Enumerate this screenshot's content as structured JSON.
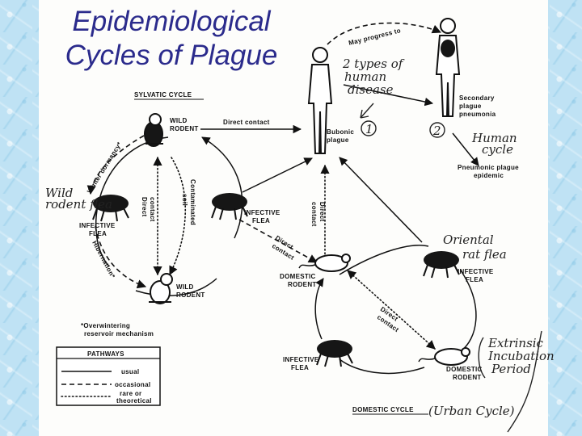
{
  "title": {
    "line1": "Epidemiological",
    "line2": "Cycles of Plague"
  },
  "labels": {
    "sylvatic_cycle": "SYLVATIC CYCLE",
    "direct_contact_top": "Direct contact",
    "may_progress_to": "May progress to",
    "wild_rodent_top": [
      "WILD",
      "RODENT"
    ],
    "winter_dormancy": "Winter dormancy*",
    "direct_contact_vertical": [
      "Direct",
      "contact"
    ],
    "contaminated_soil": [
      "Contaminated",
      "soil"
    ],
    "infective_flea_left": [
      "INFECTIVE",
      "FLEA"
    ],
    "infective_flea_center": [
      "INFECTIVE",
      "FLEA"
    ],
    "hibernation": "Hibernation*",
    "wild_rodent_bottom": [
      "WILD",
      "RODENT"
    ],
    "overwintering_note": [
      "*Overwintering",
      "reservoir mechanism"
    ],
    "bubonic_plague": [
      "Bubonic",
      "plague"
    ],
    "secondary_plague": [
      "Secondary",
      "plague",
      "pneumonia"
    ],
    "pneumonic_epidemic": [
      "Pneumonic plague",
      "epidemic"
    ],
    "direct_contact_rodent": [
      "Direct",
      "contact"
    ],
    "direct_contact_center": [
      "Direct",
      "contact"
    ],
    "domestic_rodent_top": [
      "DOMESTIC",
      "RODENT"
    ],
    "infective_flea_right": [
      "INFECTIVE",
      "FLEA"
    ],
    "direct_contact_domestic": [
      "Direct",
      "contact"
    ],
    "infective_flea_bottom": [
      "INFECTIVE",
      "FLEA"
    ],
    "domestic_rodent_bottom": [
      "DOMESTIC",
      "RODENT"
    ],
    "domestic_cycle": "DOMESTIC CYCLE"
  },
  "legend": {
    "title": "PATHWAYS",
    "items": [
      {
        "style": "solid",
        "label": "usual"
      },
      {
        "style": "dashed",
        "label": "occasional"
      },
      {
        "style": "dotted",
        "label": [
          "rare or",
          "theoretical"
        ]
      }
    ]
  },
  "badges": {
    "one": "1",
    "two": "2"
  },
  "annotations": {
    "two_types": [
      "2 types of",
      "human",
      "disease"
    ],
    "human_cycle": [
      "Human",
      "cycle"
    ],
    "wild_rodent_flea": [
      "Wild",
      "rodent flea"
    ],
    "oriental_rat_flea": [
      "Oriental",
      "rat flea"
    ],
    "extrinsic": [
      "Extrinsic",
      "Incubation",
      "Period"
    ],
    "urban_cycle": "(Urban Cycle)"
  }
}
